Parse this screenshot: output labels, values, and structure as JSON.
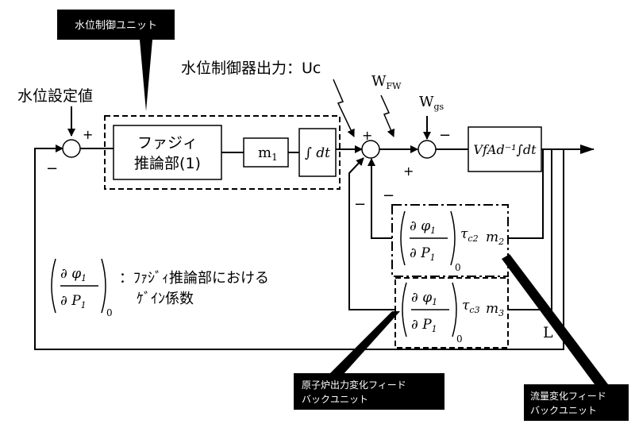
{
  "callouts": {
    "water_level_controller_unit": "水位制御ユニット",
    "reactor_output_feedback_unit_line1": "原子炉出力変化フィード",
    "reactor_output_feedback_unit_line2": "バックユニット",
    "flow_feedback_unit_line1": "流量変化フィード",
    "flow_feedback_unit_line2": "バックユニット"
  },
  "labels": {
    "setpoint": "水位設定値",
    "controller_output": "水位制御器出力：Uc",
    "w_fw": "W",
    "w_fw_sub": "FW",
    "w_gs": "W",
    "w_gs_sub": "gs",
    "l_output": "L",
    "gain_note_line1": "：ﾌｧｼﾞｨ推論部における",
    "gain_note_line2": "ｹﾞｲﾝ係数"
  },
  "blocks": {
    "fuzzy_line1": "ファジィ",
    "fuzzy_line2": "推論部(1)",
    "m1": "m",
    "m1_sub": "1",
    "integral": "∫ dt",
    "plant": "VfAd⁻¹∫dt",
    "tau_c2": "τ",
    "tau_c2_sub": "c2",
    "m2": "m",
    "m2_sub": "2",
    "tau_c3": "τ",
    "tau_c3_sub": "c3",
    "m3": "m",
    "m3_sub": "3"
  },
  "partial": {
    "numerator": "∂ φ",
    "numerator_sub": "1",
    "denominator": "∂ P",
    "denominator_sub": "1",
    "outer_sub": "0"
  },
  "signs": {
    "plus": "+",
    "minus": "−"
  }
}
